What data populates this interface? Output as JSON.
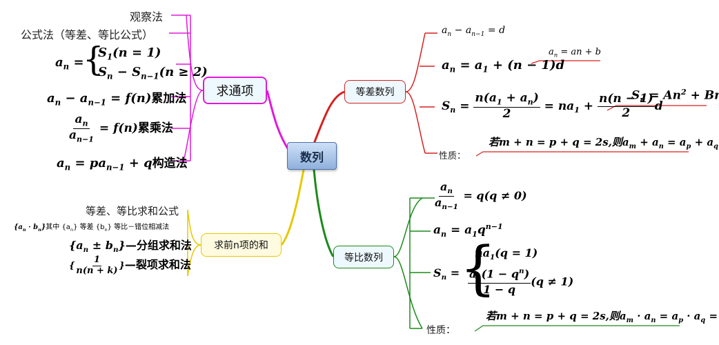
{
  "center": {
    "label": "数列"
  },
  "branches": {
    "tongxiang": {
      "label": "求通项",
      "items": {
        "guancha": "观察法",
        "gongshi": "公式法（等差、等比公式）",
        "leijia": "累加法",
        "leicheng": "累乘法",
        "gouzao": "构造法"
      }
    },
    "dengcha": {
      "label": "等差数列",
      "xingzhi": "性质："
    },
    "qianxiang": {
      "label": "求前n项的和",
      "items": {
        "gongshi": "等差、等比求和公式",
        "cuowei": "其中 {a",
        "cuowei2": "} 等差 {b",
        "cuowei3": "} 等比－错位相减法",
        "fenzu": "—分组求和法",
        "liexiang": "—裂项求和法"
      }
    },
    "dengbi": {
      "label": "等比数列",
      "xingzhi": "性质："
    }
  },
  "colors": {
    "tongxiang": "#e01ad8",
    "dengcha": "#d62020",
    "qianxiang": "#e6c800",
    "dengbi": "#1a8a1a"
  }
}
